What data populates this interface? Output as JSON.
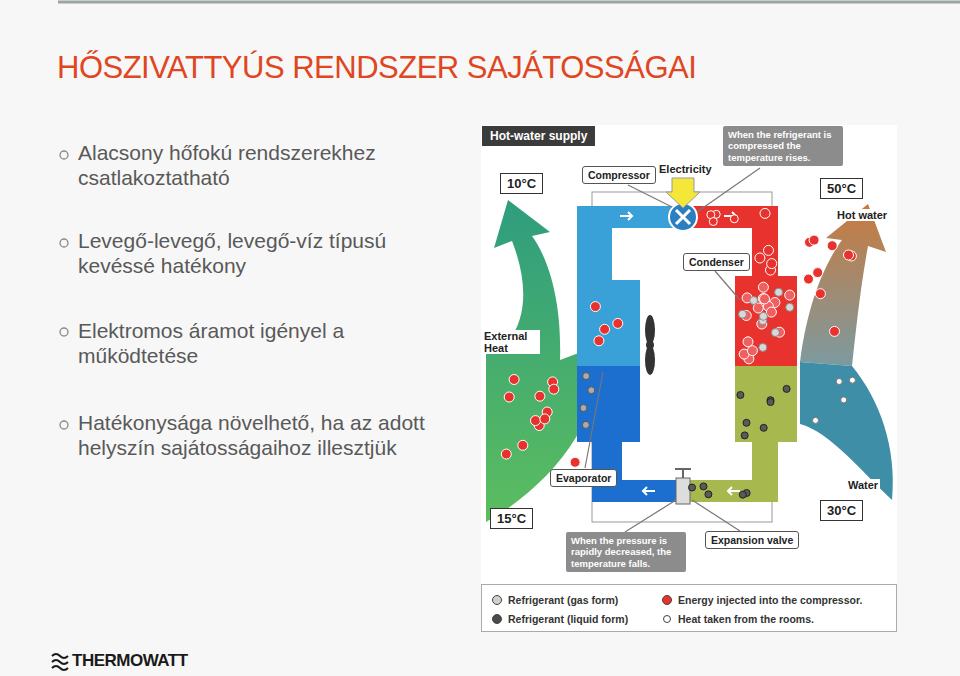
{
  "diagram": {
    "title": "HŐSZIVATTYÚS RENDSZER SAJÁTOSSÁGAI",
    "nodes": [
      {
        "text": [
          "Hot-water supply"
        ]
      },
      {
        "text": [
          "When the refrigerant is compressed the temperature rises."
        ]
      },
      {
        "text": [
          "10°C"
        ]
      },
      {
        "text": [
          "Compressor"
        ]
      },
      {
        "text": [
          "50°C"
        ]
      },
      {
        "text": [
          "Condenser"
        ]
      },
      {
        "text": [
          "Evaporator"
        ]
      },
      {
        "text": [
          "15°C"
        ]
      },
      {
        "text": [
          "When the pressure is rapidly decreased, the temperature falls."
        ]
      },
      {
        "text": [
          "Expansion valve"
        ]
      },
      {
        "text": [
          "30°C"
        ]
      }
    ],
    "labels": [
      "Alacsony hőfokú rendszerekhez csatlakoztatható",
      "Levegő-levegő, levegő-víz típusú kevéssé hatékony",
      "Elektromos áramot igényel a működtetése",
      "Hatékonysága növelhető, ha az adott helyszín sajátosságaihoz illesztjük",
      "Electricity",
      "Hot water",
      "External Heat",
      "Water",
      "THERMOWATT"
    ],
    "legend": [
      {
        "text": "Refrigerant (gas form)",
        "color": "#cfcfcf"
      },
      {
        "text": "Energy injected into the compressor.",
        "color": "#e8322e"
      },
      {
        "text": "Refrigerant (liquid form)",
        "color": "#4a4a4a"
      },
      {
        "text": "Heat taken from the rooms."
      }
    ]
  }
}
